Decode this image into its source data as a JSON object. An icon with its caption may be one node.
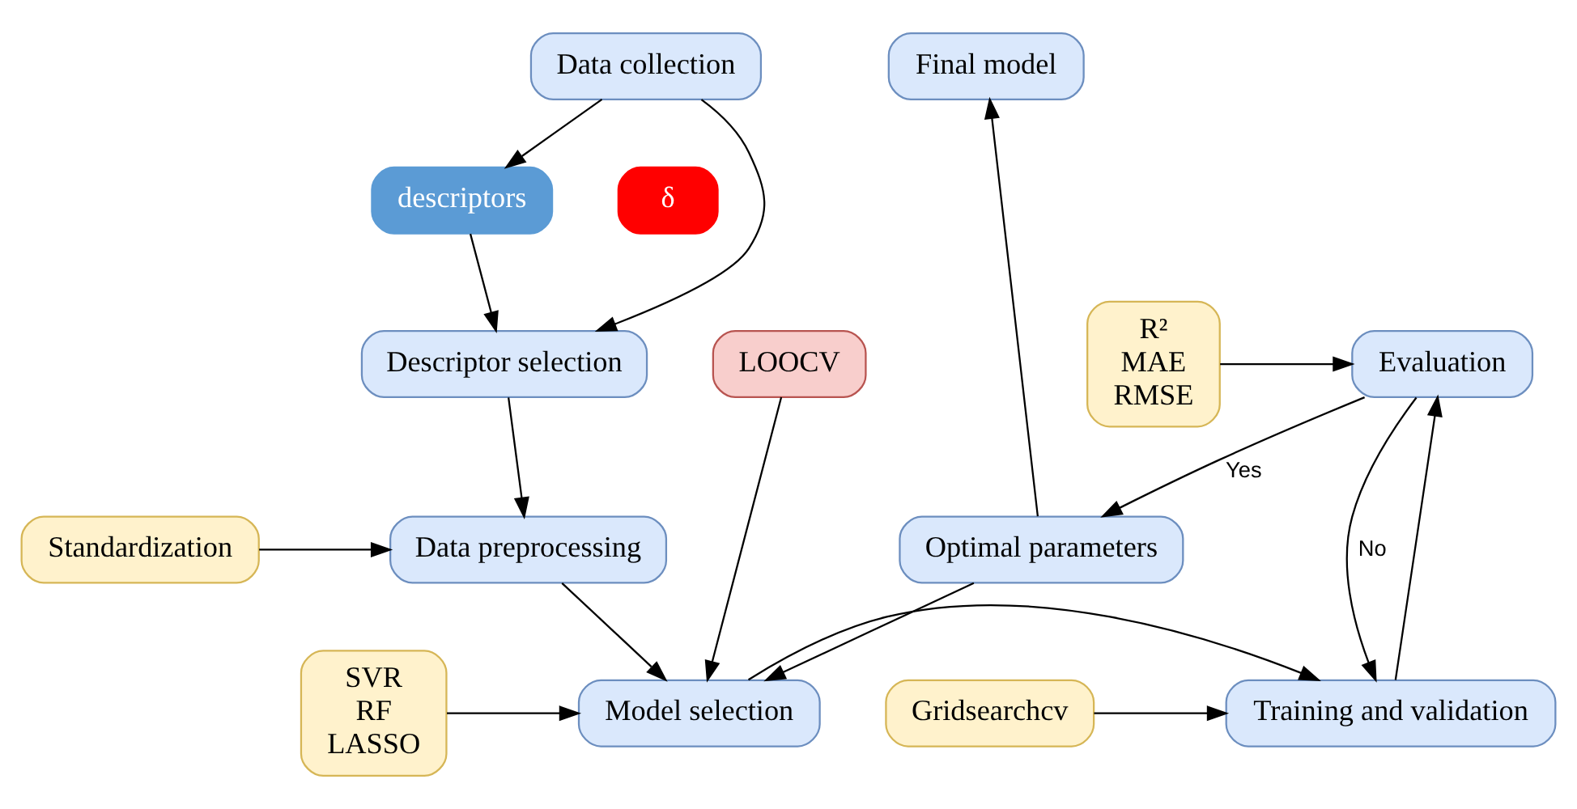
{
  "diagram": {
    "nodes": [
      {
        "text": [
          "Data collection"
        ]
      },
      {
        "text": [
          "δ"
        ]
      },
      {
        "text": [
          "descriptors"
        ]
      },
      {
        "text": [
          "Descriptor selection"
        ]
      },
      {
        "text": [
          "Final model"
        ]
      },
      {
        "text": [
          "Optimal parameters"
        ]
      },
      {
        "text": [
          "Standardization"
        ]
      },
      {
        "text": [
          "Data preprocessing"
        ]
      },
      {
        "text": [
          "LOOCV"
        ]
      },
      {
        "text": [
          "Evaluation"
        ]
      },
      {
        "text": [
          "R²",
          "MAE",
          "RMSE"
        ]
      },
      {
        "text": [
          "SVR",
          "RF",
          "LASSO"
        ]
      },
      {
        "text": [
          "Model selection"
        ]
      },
      {
        "text": [
          "Training and validation"
        ]
      },
      {
        "text": [
          "Gridsearchcv"
        ]
      }
    ],
    "edges": [
      {
        "from": 0,
        "to": 2,
        "arrow": "to"
      },
      {
        "from": 0,
        "to": 3,
        "arrow": "to"
      },
      {
        "from": 2,
        "to": 3,
        "arrow": "to"
      },
      {
        "from": 3,
        "to": 7,
        "arrow": "to"
      },
      {
        "from": 6,
        "to": 7,
        "arrow": "to"
      },
      {
        "from": 7,
        "to": 12,
        "arrow": "to"
      },
      {
        "from": 8,
        "to": 12,
        "arrow": "to"
      },
      {
        "from": 11,
        "to": 12,
        "arrow": "to"
      },
      {
        "from": 12,
        "to": 13,
        "arrow": "to"
      },
      {
        "from": 14,
        "to": 13,
        "arrow": "to"
      },
      {
        "from": 13,
        "to": 9,
        "arrow": "to"
      },
      {
        "from": 10,
        "to": 9,
        "arrow": "to"
      },
      {
        "from": 9,
        "to": 5,
        "arrow": "to",
        "label": "Yes"
      },
      {
        "from": 9,
        "to": 13,
        "arrow": "to",
        "label": "No"
      },
      {
        "from": 5,
        "to": 4,
        "arrow": "to"
      },
      {
        "from": 5,
        "to": 12,
        "arrow": "to"
      }
    ]
  }
}
